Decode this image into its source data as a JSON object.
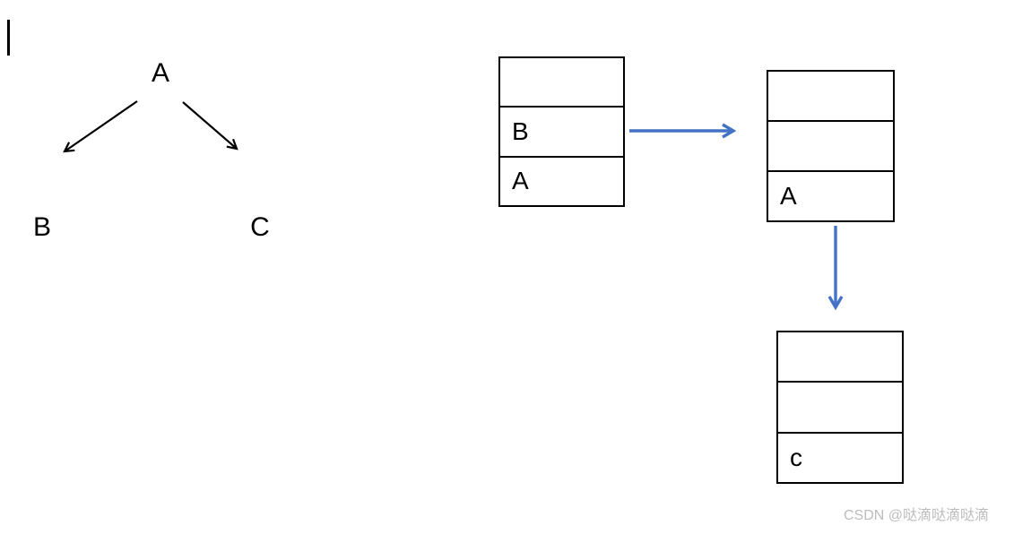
{
  "canvas": {
    "background": "#ffffff"
  },
  "colors": {
    "line_black": "#000000",
    "flow_arrow_blue": "#4472C4",
    "watermark_gray": "#bcbcbc"
  },
  "tree": {
    "root_label": "A",
    "left_child_label": "B",
    "right_child_label": "C"
  },
  "stacks": [
    {
      "cells": [
        "",
        "B",
        "A"
      ]
    },
    {
      "cells": [
        "",
        "",
        "A"
      ]
    },
    {
      "cells": [
        "",
        "",
        "c"
      ]
    }
  ],
  "watermark": {
    "text": "CSDN @哒滴哒滴哒滴"
  }
}
